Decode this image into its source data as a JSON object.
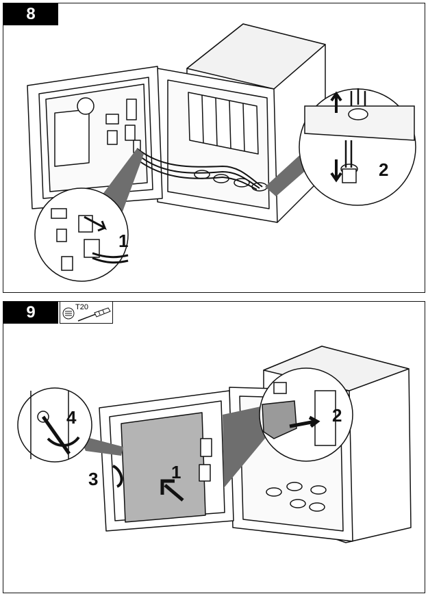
{
  "panels": [
    {
      "step": "8",
      "callouts": [
        "1",
        "2"
      ]
    },
    {
      "step": "9",
      "tool_label": "T20",
      "tool_icons": [
        "torx-bit-icon",
        "screwdriver-icon"
      ],
      "callouts": [
        "1",
        "2",
        "3",
        "4"
      ]
    }
  ]
}
